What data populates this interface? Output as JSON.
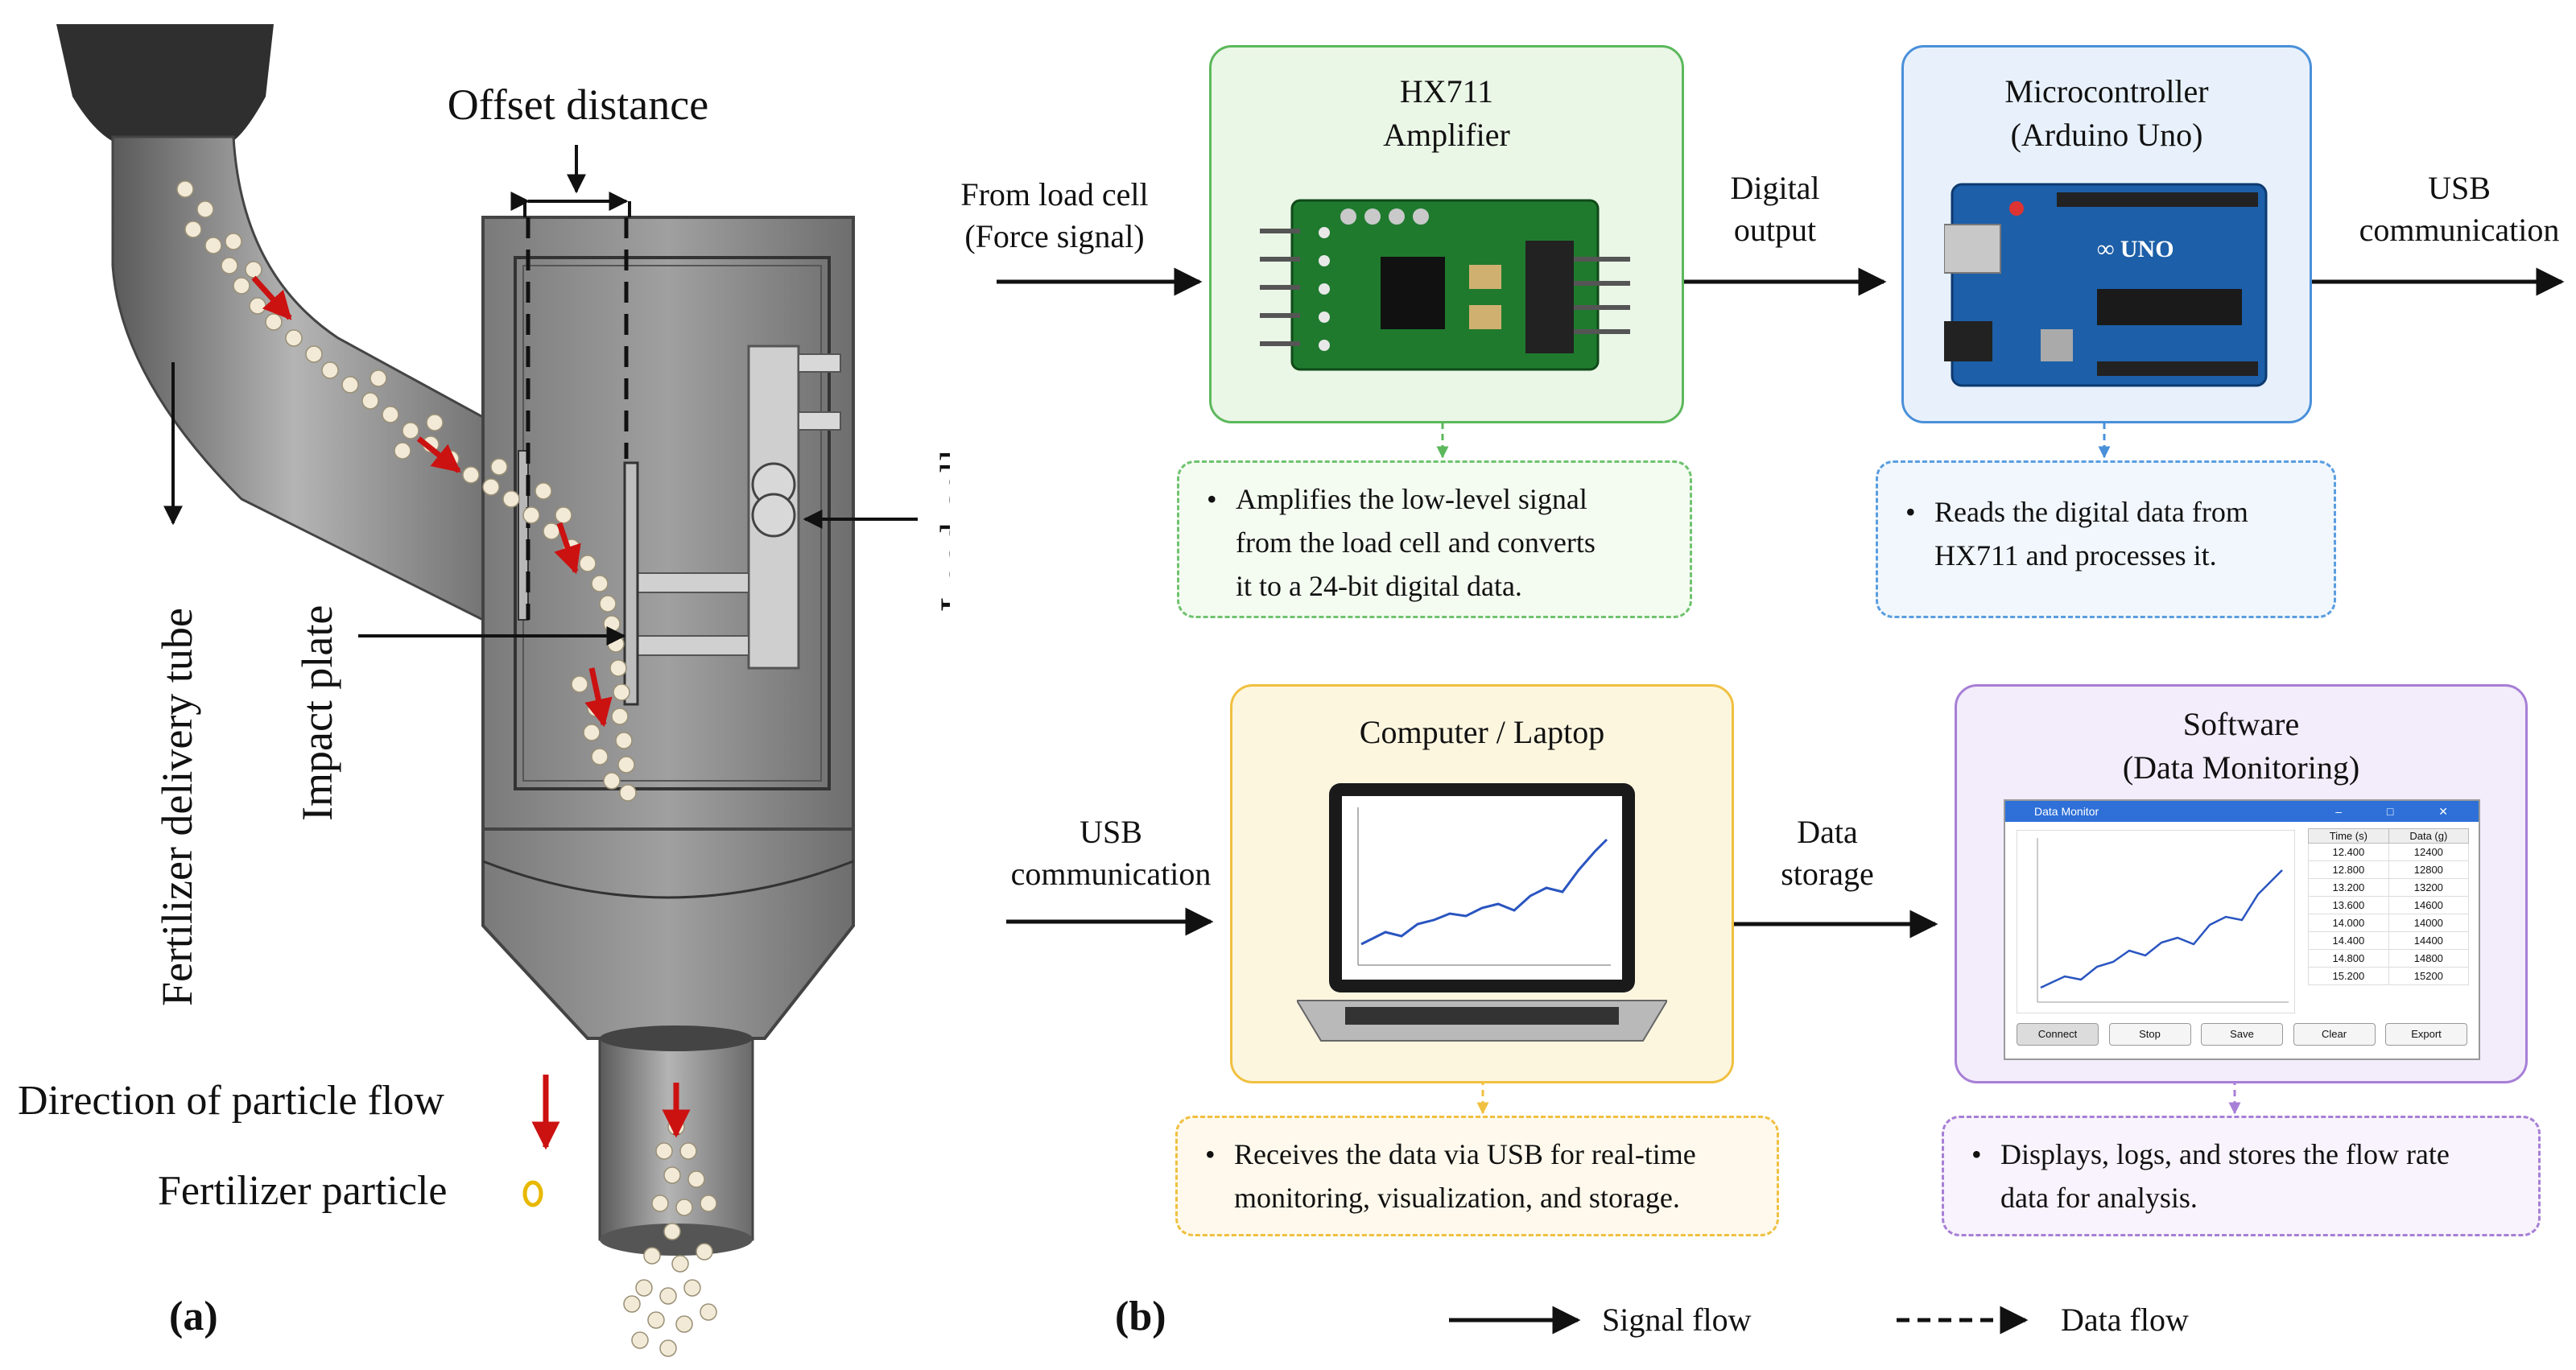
{
  "panel_a": {
    "label": "(a)",
    "offset_distance": "Offset distance",
    "load_cell": "Load cell",
    "impact_plate": "Impact plate",
    "delivery_tube": "Fertilizer delivery tube",
    "direction_flow": "Direction of particle flow",
    "fertilizer_particle": "Fertilizer particle"
  },
  "panel_b": {
    "label": "(b)",
    "from_load_cell_1": "From load cell",
    "from_load_cell_2": "(Force signal)",
    "digital_output_1": "Digital",
    "digital_output_2": "output",
    "usb_right_1": "USB",
    "usb_right_2": "communication",
    "usb_left_1": "USB",
    "usb_left_2": "communication",
    "data_storage_1": "Data",
    "data_storage_2": "storage",
    "hx711": {
      "title_1": "HX711",
      "title_2": "Amplifier",
      "note_1": "Amplifies the low-level signal",
      "note_2": "from the load cell and converts",
      "note_3": "it to a 24-bit digital data.",
      "color": "#5cb85c"
    },
    "mcu": {
      "title_1": "Microcontroller",
      "title_2": "(Arduino Uno)",
      "note_1": "Reads the digital data from",
      "note_2": "HX711 and processes it.",
      "color": "#4a90d9"
    },
    "computer": {
      "title": "Computer / Laptop",
      "note_1": "Receives the data via USB for real-time",
      "note_2": "monitoring, visualization, and storage.",
      "color": "#f0c040"
    },
    "software": {
      "title_1": "Software",
      "title_2": "(Data Monitoring)",
      "note_1": "Displays, logs, and stores the flow rate",
      "note_2": "data for analysis.",
      "color": "#a77fd6",
      "window_title": "Data Monitor",
      "col_time": "Time (s)",
      "col_data": "Data (g)",
      "rows": [
        [
          "12.400",
          "12400"
        ],
        [
          "12.800",
          "12800"
        ],
        [
          "13.200",
          "13200"
        ],
        [
          "13.600",
          "14600"
        ],
        [
          "14.000",
          "14000"
        ],
        [
          "14.400",
          "14400"
        ],
        [
          "14.800",
          "14800"
        ],
        [
          "15.200",
          "15200"
        ]
      ],
      "buttons": [
        "Connect",
        "Stop",
        "Save",
        "Clear",
        "Export"
      ]
    },
    "legend": {
      "signal": "Signal flow",
      "data": "Data flow"
    }
  }
}
